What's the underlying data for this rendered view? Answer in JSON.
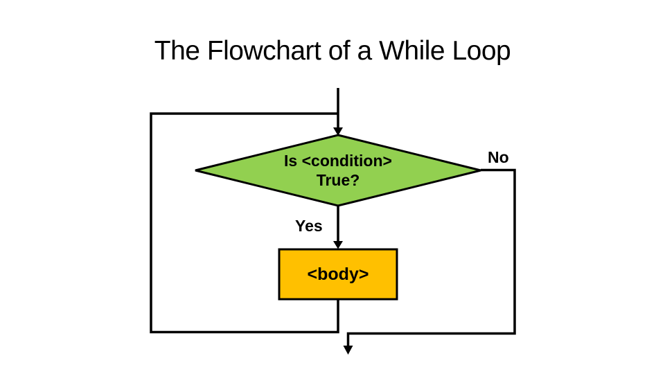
{
  "slide": {
    "title": "The Flowchart of a While Loop",
    "decision": {
      "line1": "Is <condition>",
      "line2": "True?"
    },
    "process": {
      "label": "<body>"
    },
    "labels": {
      "yes": "Yes",
      "no": "No"
    }
  },
  "colors": {
    "background": "#ffffff",
    "text": "#000000",
    "line": "#000000",
    "decision_fill": "#92d050",
    "decision_border": "#000000",
    "process_fill": "#ffc000",
    "process_border": "#000000"
  }
}
